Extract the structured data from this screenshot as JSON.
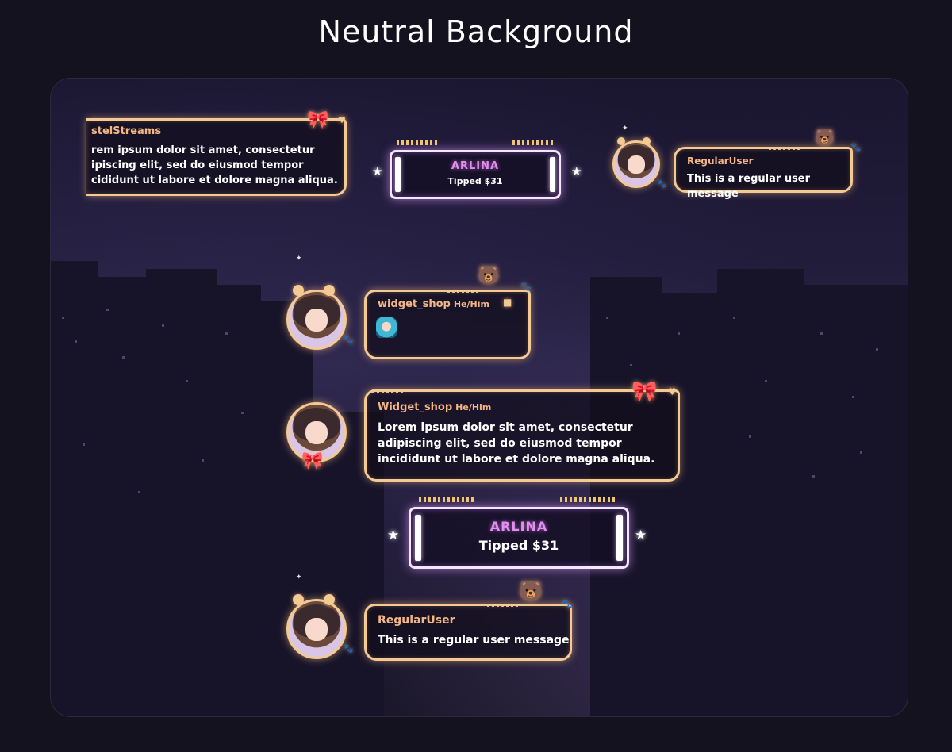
{
  "page": {
    "title": "Neutral Background"
  },
  "widgets": {
    "chat_partial": {
      "username": "stelStreams",
      "message": [
        "rem ipsum dolor sit amet, consectetur",
        "ipiscing elit, sed do eiusmod tempor",
        "cididunt ut labore et dolore magna aliqua."
      ]
    },
    "tip_small": {
      "name": "ARLINA",
      "amount": "Tipped $31"
    },
    "regular_small": {
      "username": "RegularUser",
      "message": "This is a regular user message"
    },
    "widget_shop_emote": {
      "username": "widget_shop",
      "pronoun": "He/Him"
    },
    "widget_shop_text": {
      "username": "Widget_shop",
      "pronoun": "He/Him",
      "message": [
        "Lorem ipsum dolor sit amet, consectetur",
        "adipiscing elit, sed do eiusmod tempor",
        "incididunt ut labore et dolore magna aliqua."
      ]
    },
    "tip_large": {
      "name": "ARLINA",
      "amount": "Tipped $31"
    },
    "regular_large": {
      "username": "RegularUser",
      "message": "This is a regular user message"
    }
  },
  "icons": {
    "bow": "bow-icon",
    "heart": "heart-icon",
    "paw": "paw-icon",
    "star": "star-icon",
    "bear": "bear-icon",
    "camera": "camera-icon"
  },
  "colors": {
    "frame_glow": "#f3c994",
    "username": "#f3b685",
    "tip_name": "#e58cf2",
    "background": "#15121f"
  }
}
